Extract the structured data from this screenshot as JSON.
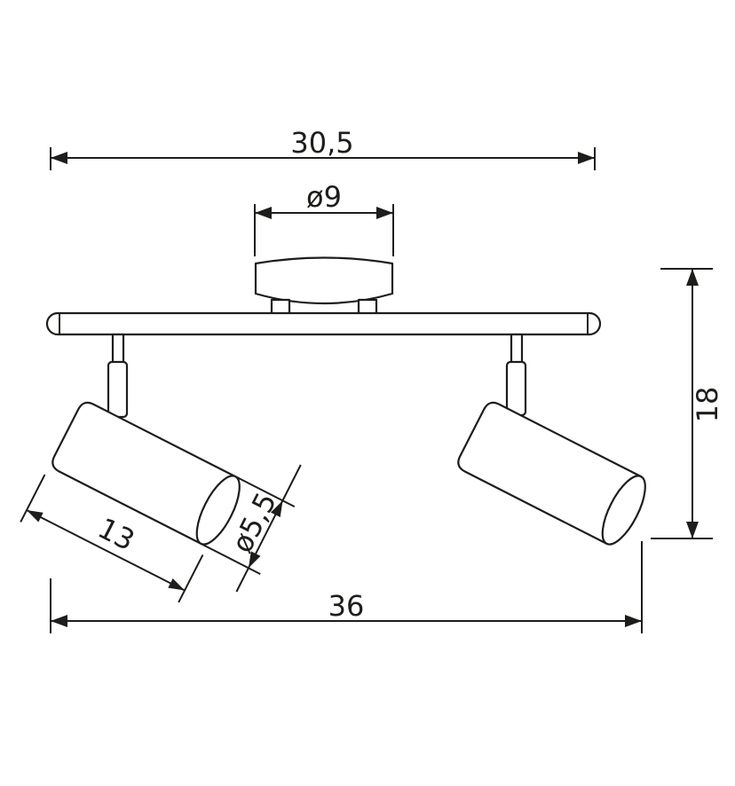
{
  "drawing": {
    "ink_color": "#1d1d1b",
    "background_color": "#ffffff",
    "labels": {
      "width_top": "30,5",
      "canopy_diameter": "ø9",
      "height": "18",
      "spot_length": "13",
      "spot_diameter": "ø5,5",
      "width_total": "36"
    }
  }
}
